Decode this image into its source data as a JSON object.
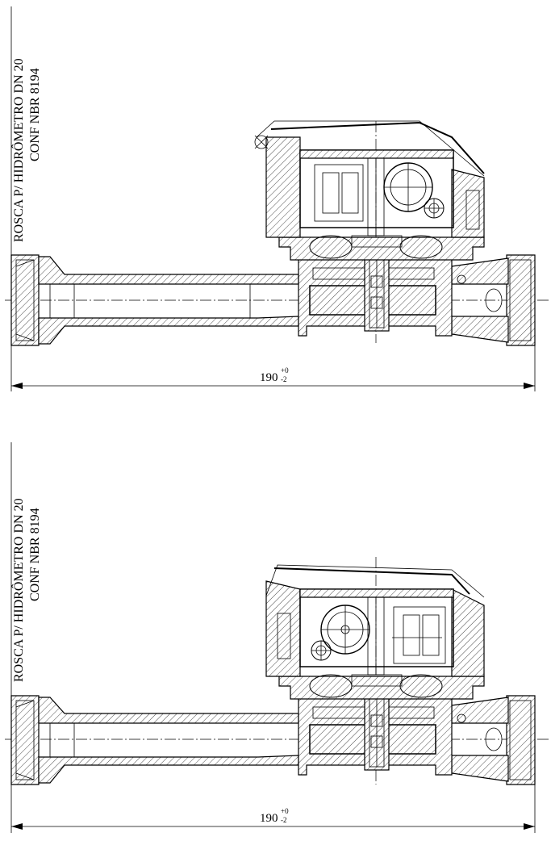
{
  "views": [
    {
      "label_line1": "ROSCA P/ HIDRÔMETRO DN 20",
      "label_line2": "CONF NBR 8194",
      "dimension": {
        "value": "190",
        "upper_tol": "+0",
        "lower_tol": "-2"
      }
    },
    {
      "label_line1": "ROSCA P/ HIDRÔMETRO DN 20",
      "label_line2": "CONF NBR 8194",
      "dimension": {
        "value": "190",
        "upper_tol": "+0",
        "lower_tol": "-2"
      }
    }
  ]
}
